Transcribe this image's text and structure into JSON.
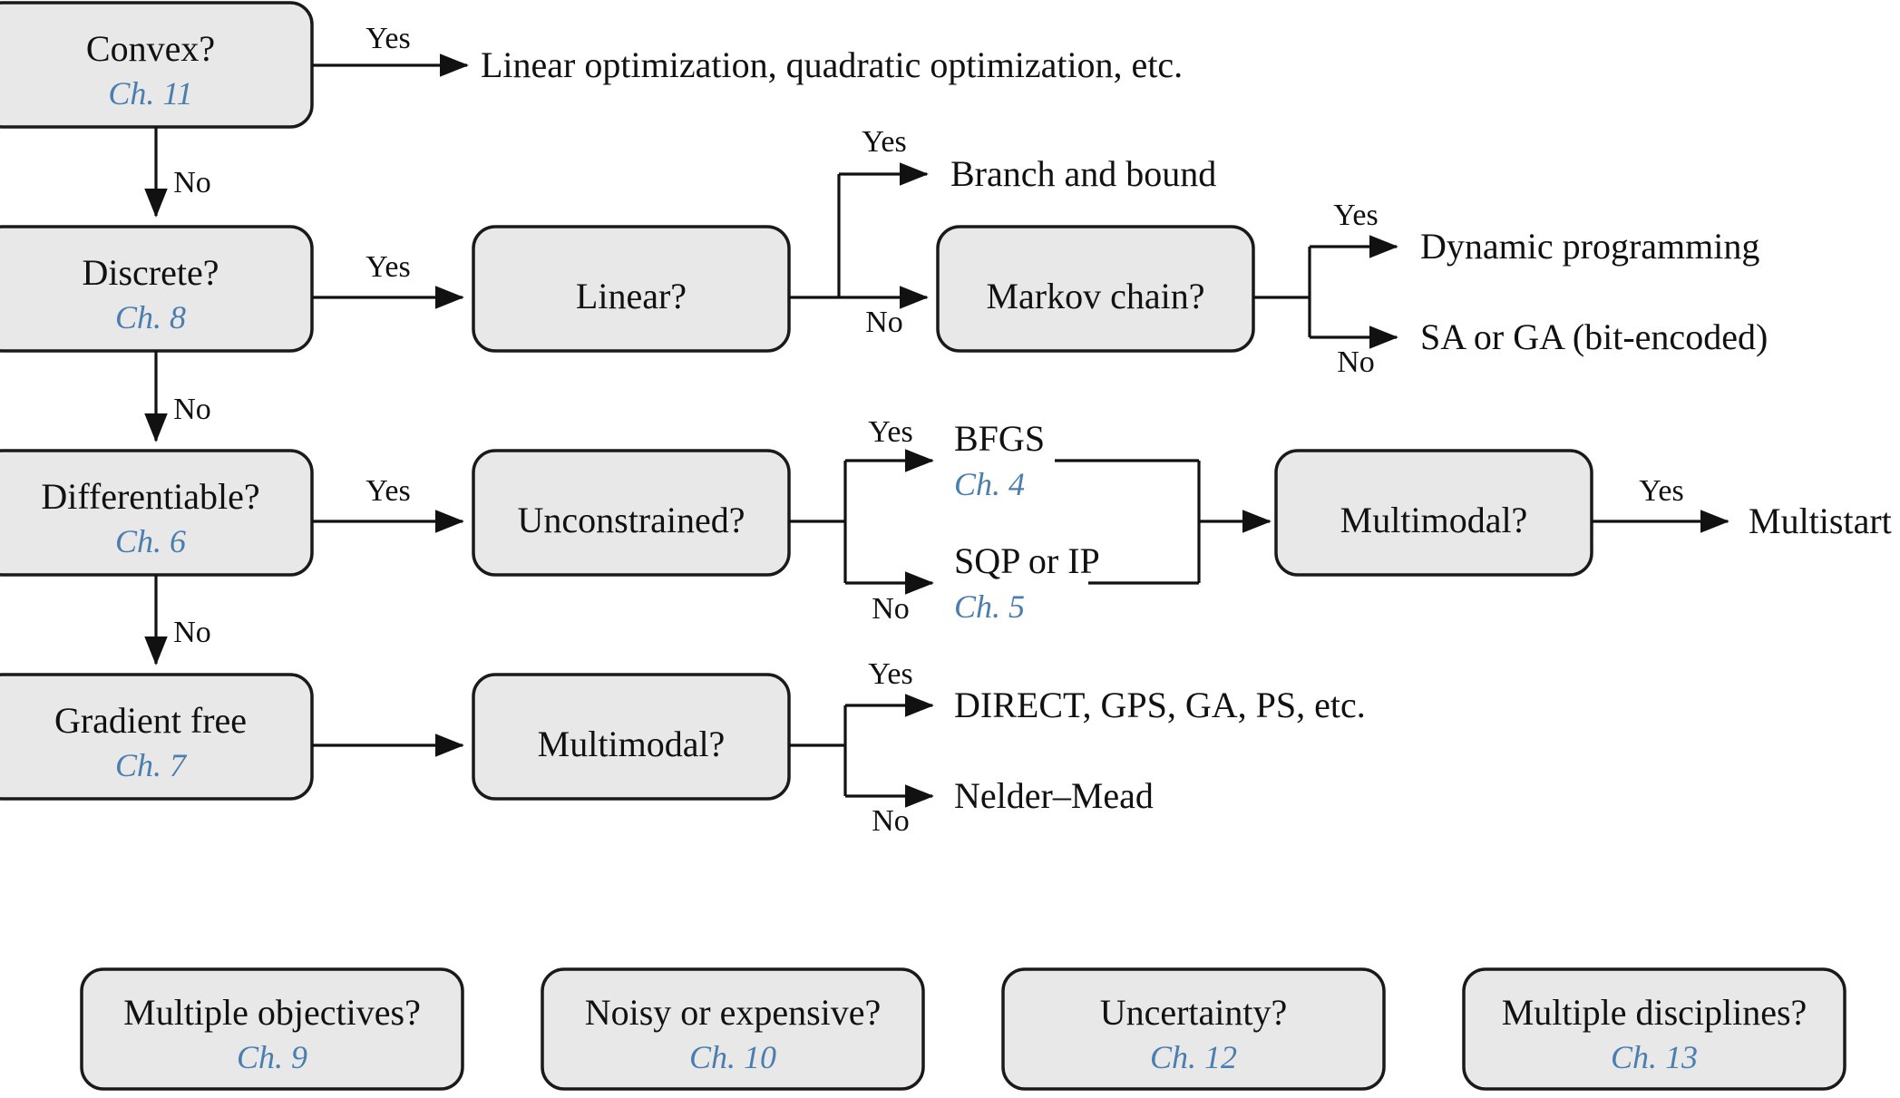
{
  "diagram": {
    "title": "Optimization algorithm selection decision tree",
    "colors": {
      "box_fill": "#e8e8e8",
      "box_stroke": "#1a1a1a",
      "text": "#111111",
      "chapter_link": "#4a7eb0",
      "background": "#ffffff"
    },
    "decision_boxes": [
      {
        "id": "convex",
        "title": "Convex?",
        "chapter": "Ch. 11"
      },
      {
        "id": "discrete",
        "title": "Discrete?",
        "chapter": "Ch. 8"
      },
      {
        "id": "linear",
        "title": "Linear?",
        "chapter": ""
      },
      {
        "id": "markov",
        "title": "Markov chain?",
        "chapter": ""
      },
      {
        "id": "differentiable",
        "title": "Differentiable?",
        "chapter": "Ch. 6"
      },
      {
        "id": "unconstrained",
        "title": "Unconstrained?",
        "chapter": ""
      },
      {
        "id": "multimodal_grad",
        "title": "Multimodal?",
        "chapter": ""
      },
      {
        "id": "gradient_free",
        "title": "Gradient free",
        "chapter": "Ch. 7"
      },
      {
        "id": "multimodal_gf",
        "title": "Multimodal?",
        "chapter": ""
      }
    ],
    "leaf_labels": [
      {
        "id": "leaf_linear_quad",
        "text": "Linear optimization, quadratic optimization, etc.",
        "chapter": ""
      },
      {
        "id": "leaf_branch_bound",
        "text": "Branch and bound",
        "chapter": ""
      },
      {
        "id": "leaf_dynamic_prog",
        "text": "Dynamic programming",
        "chapter": ""
      },
      {
        "id": "leaf_sa_ga",
        "text": "SA or GA (bit-encoded)",
        "chapter": ""
      },
      {
        "id": "leaf_bfgs",
        "text": "BFGS",
        "chapter": "Ch. 4"
      },
      {
        "id": "leaf_sqp_ip",
        "text": "SQP or IP",
        "chapter": "Ch. 5"
      },
      {
        "id": "leaf_multistart",
        "text": "Multistart",
        "chapter": ""
      },
      {
        "id": "leaf_direct_gps",
        "text": "DIRECT, GPS, GA, PS, etc.",
        "chapter": ""
      },
      {
        "id": "leaf_nelder_mead",
        "text": "Nelder–Mead",
        "chapter": ""
      }
    ],
    "edge_labels": {
      "convex_yes": "Yes",
      "convex_no": "No",
      "discrete_yes": "Yes",
      "discrete_no": "No",
      "linear_yes": "Yes",
      "linear_no": "No",
      "markov_yes": "Yes",
      "markov_no": "No",
      "differentiable_yes": "Yes",
      "differentiable_no": "No",
      "unconstrained_yes": "Yes",
      "unconstrained_no": "No",
      "multimodal_grad_yes": "Yes",
      "multimodal_gf_yes": "Yes",
      "multimodal_gf_no": "No"
    },
    "bottom_boxes": [
      {
        "id": "multiple_objectives",
        "title": "Multiple objectives?",
        "chapter": "Ch. 9"
      },
      {
        "id": "noisy_expensive",
        "title": "Noisy or expensive?",
        "chapter": "Ch. 10"
      },
      {
        "id": "uncertainty",
        "title": "Uncertainty?",
        "chapter": "Ch. 12"
      },
      {
        "id": "multiple_disciplines",
        "title": "Multiple disciplines?",
        "chapter": "Ch. 13"
      }
    ]
  }
}
